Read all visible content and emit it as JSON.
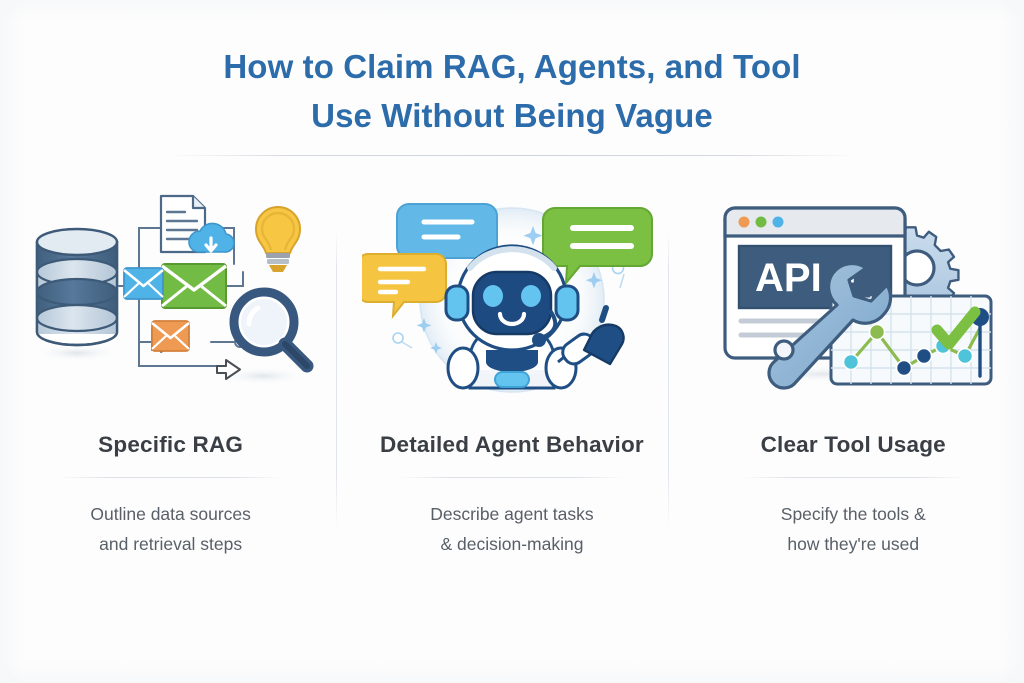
{
  "poster": {
    "background_color": "#fdfdfd",
    "title": {
      "line1": "How to Claim RAG, Agents, and Tool",
      "line2": "Use Without Being Vague",
      "color": "#2d6cab"
    },
    "columns": [
      {
        "id": "specific-rag",
        "heading": "Specific RAG",
        "body_line1": "Outline data sources",
        "body_line2": "and retrieval steps",
        "illustration": {
          "name": "rag-data-pipeline-illustration",
          "elements": [
            "database-cylinder-icon",
            "document-page-icon",
            "cloud-download-icon",
            "blue-envelope-icon",
            "green-envelope-icon",
            "orange-envelope-icon",
            "lightbulb-icon",
            "magnifying-glass-icon",
            "connector-lines",
            "arrow-icon",
            "cursor-icon"
          ],
          "colors": {
            "database_dark": "#4d6e8e",
            "database_light": "#c6d4e1",
            "cloud_blue": "#4fb3e8",
            "envelope_blue": "#4fb3e8",
            "envelope_green": "#72bb44",
            "envelope_orange": "#ef9a53",
            "lightbulb_yellow": "#f7c744",
            "magnifier_navy": "#38587f",
            "line_gray": "#5d7793"
          }
        }
      },
      {
        "id": "detailed-agent-behavior",
        "heading": "Detailed Agent Behavior",
        "body_line1": "Describe agent tasks",
        "body_line2": "& decision-making",
        "illustration": {
          "name": "chatbot-robot-illustration",
          "elements": [
            "robot-avatar-icon",
            "robot-headset-icon",
            "robot-waving-hand-icon",
            "speech-bubble-blue",
            "speech-bubble-yellow",
            "speech-bubble-green",
            "sparkle-icons"
          ],
          "colors": {
            "robot_navy": "#1f4e84",
            "robot_face": "#1d4a80",
            "robot_eye": "#63c4ef",
            "robot_white": "#ffffff",
            "bubble_blue": "#62b9e8",
            "bubble_yellow": "#f5c542",
            "bubble_green": "#7bc043",
            "halo_blue": "#cfe3f2"
          }
        }
      },
      {
        "id": "clear-tool-usage",
        "heading": "Clear Tool Usage",
        "body_line1": "Specify the tools &",
        "body_line2": "how they're used",
        "illustration": {
          "name": "api-tools-illustration",
          "label_text": "API –",
          "elements": [
            "browser-window-icon",
            "traffic-light-dots",
            "api-label",
            "gear-icon",
            "wrench-icon",
            "line-chart-panel",
            "green-check-icon"
          ],
          "colors": {
            "panel_navy": "#3e5c7e",
            "window_frame": "#ffffff",
            "titlebar_gray": "#e6eaee",
            "dot_orange": "#ef9a53",
            "dot_green": "#72bb44",
            "dot_blue": "#4fb3e8",
            "gear_blue": "#b9cfe3",
            "wrench_blue": "#8fb4d4",
            "chart_green": "#7bc043",
            "chart_cyan": "#4fc3d9",
            "chart_navy": "#1f4e84"
          }
        }
      }
    ]
  }
}
